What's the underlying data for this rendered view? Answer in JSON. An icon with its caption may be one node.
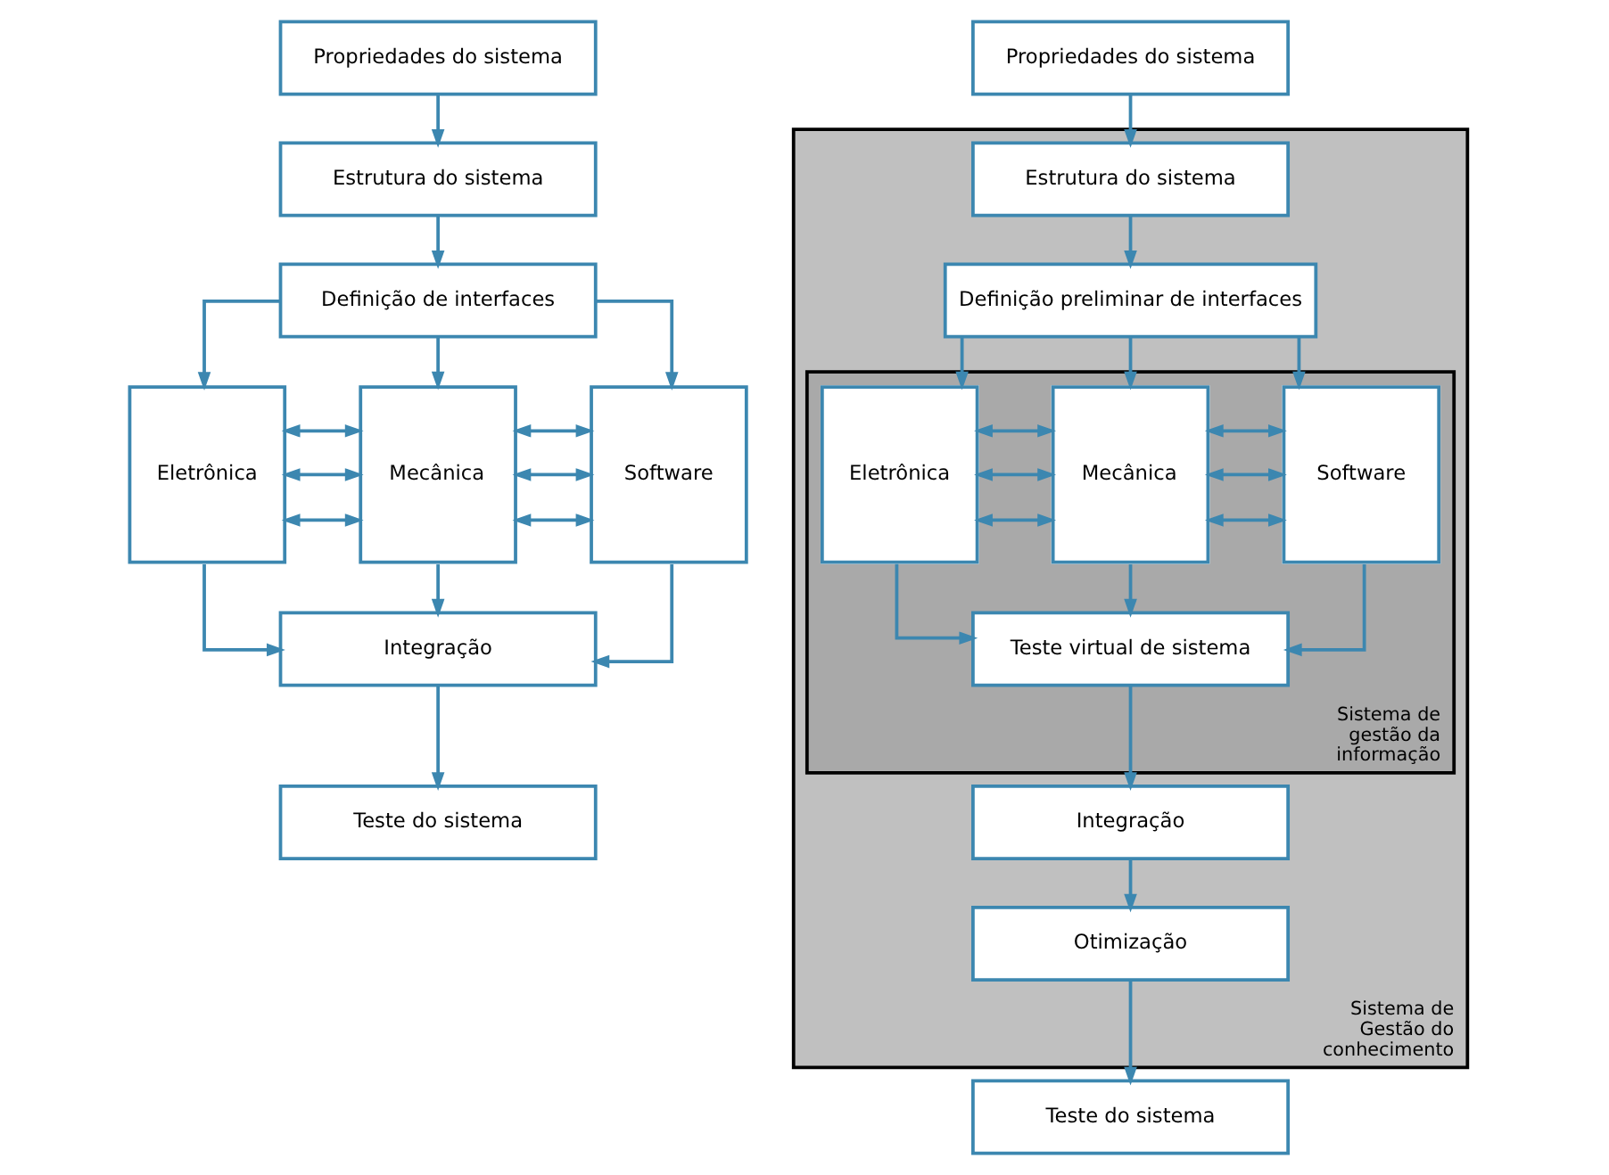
{
  "diagram": {
    "nodes": [
      {
        "text": [
          "Propriedades do sistema"
        ]
      },
      {
        "text": [
          "Estrutura do sistema"
        ]
      },
      {
        "text": [
          "Definição de interfaces"
        ]
      },
      {
        "text": [
          "Eletrônica"
        ]
      },
      {
        "text": [
          "Mecânica"
        ]
      },
      {
        "text": [
          "Software"
        ]
      },
      {
        "text": [
          "Integração"
        ]
      },
      {
        "text": [
          "Teste do sistema"
        ]
      },
      {
        "text": [
          "Propriedades do sistema"
        ]
      },
      {
        "text": [
          "Sistema de Gestão do conhecimento"
        ]
      },
      {
        "text": [
          "Estrutura do sistema"
        ],
        "in": 9
      },
      {
        "text": [
          "Definição preliminar de interfaces"
        ],
        "in": 9
      },
      {
        "text": [
          "Sistema de gestão da informação"
        ],
        "in": 9
      },
      {
        "text": [
          "Eletrônica"
        ],
        "in": 12
      },
      {
        "text": [
          "Mecânica"
        ],
        "in": 12
      },
      {
        "text": [
          "Software"
        ],
        "in": 12
      },
      {
        "text": [
          "Teste virtual de sistema"
        ],
        "in": 12
      },
      {
        "text": [
          "Integração"
        ],
        "in": 9
      },
      {
        "text": [
          "Otimização"
        ],
        "in": 9
      },
      {
        "text": [
          "Teste do sistema"
        ]
      }
    ],
    "edges": [
      {
        "from": 0,
        "to": 1,
        "arrow": "to"
      },
      {
        "from": 1,
        "to": 2,
        "arrow": "to"
      },
      {
        "from": 2,
        "to": 3,
        "arrow": "to"
      },
      {
        "from": 2,
        "to": 4,
        "arrow": "to"
      },
      {
        "from": 2,
        "to": 5,
        "arrow": "to"
      },
      {
        "from": 3,
        "to": 4,
        "arrow": "both"
      },
      {
        "from": 3,
        "to": 4,
        "arrow": "both"
      },
      {
        "from": 3,
        "to": 4,
        "arrow": "both"
      },
      {
        "from": 4,
        "to": 5,
        "arrow": "both"
      },
      {
        "from": 4,
        "to": 5,
        "arrow": "both"
      },
      {
        "from": 4,
        "to": 5,
        "arrow": "both"
      },
      {
        "from": 3,
        "to": 6,
        "arrow": "to"
      },
      {
        "from": 4,
        "to": 6,
        "arrow": "to"
      },
      {
        "from": 5,
        "to": 6,
        "arrow": "to"
      },
      {
        "from": 6,
        "to": 7,
        "arrow": "to"
      },
      {
        "from": 8,
        "to": 10,
        "arrow": "to"
      },
      {
        "from": 10,
        "to": 11,
        "arrow": "to"
      },
      {
        "from": 11,
        "to": 13,
        "arrow": "to"
      },
      {
        "from": 11,
        "to": 14,
        "arrow": "to"
      },
      {
        "from": 11,
        "to": 15,
        "arrow": "to"
      },
      {
        "from": 13,
        "to": 14,
        "arrow": "both"
      },
      {
        "from": 13,
        "to": 14,
        "arrow": "both"
      },
      {
        "from": 13,
        "to": 14,
        "arrow": "both"
      },
      {
        "from": 14,
        "to": 15,
        "arrow": "both"
      },
      {
        "from": 14,
        "to": 15,
        "arrow": "both"
      },
      {
        "from": 14,
        "to": 15,
        "arrow": "both"
      },
      {
        "from": 13,
        "to": 16,
        "arrow": "to"
      },
      {
        "from": 14,
        "to": 16,
        "arrow": "to"
      },
      {
        "from": 15,
        "to": 16,
        "arrow": "to"
      },
      {
        "from": 16,
        "to": 17,
        "arrow": "to"
      },
      {
        "from": 17,
        "to": 18,
        "arrow": "to"
      },
      {
        "from": 18,
        "to": 19,
        "arrow": "to"
      }
    ]
  }
}
